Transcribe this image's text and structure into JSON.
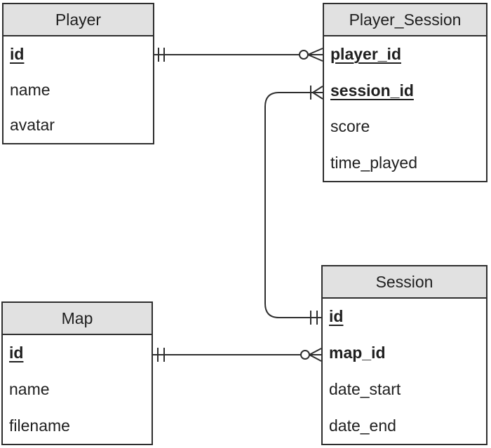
{
  "diagram": {
    "type": "entity-relationship",
    "notation": "crows-foot",
    "entities": [
      {
        "name": "Player",
        "fields": [
          {
            "label": "id",
            "key": "primary"
          },
          {
            "label": "name",
            "key": "none"
          },
          {
            "label": "avatar",
            "key": "none"
          }
        ]
      },
      {
        "name": "Player_Session",
        "fields": [
          {
            "label": "player_id",
            "key": "primary-foreign"
          },
          {
            "label": "session_id",
            "key": "primary-foreign"
          },
          {
            "label": "score",
            "key": "none"
          },
          {
            "label": "time_played",
            "key": "none"
          }
        ]
      },
      {
        "name": "Session",
        "fields": [
          {
            "label": "id",
            "key": "primary"
          },
          {
            "label": "map_id",
            "key": "foreign"
          },
          {
            "label": "date_start",
            "key": "none"
          },
          {
            "label": "date_end",
            "key": "none"
          }
        ]
      },
      {
        "name": "Map",
        "fields": [
          {
            "label": "id",
            "key": "primary"
          },
          {
            "label": "name",
            "key": "none"
          },
          {
            "label": "filename",
            "key": "none"
          }
        ]
      }
    ],
    "relationships": [
      {
        "from": "Player.id",
        "from_cardinality": "exactly-one",
        "to": "Player_Session.player_id",
        "to_cardinality": "zero-or-many"
      },
      {
        "from": "Session.id",
        "from_cardinality": "exactly-one",
        "to": "Player_Session.session_id",
        "to_cardinality": "one-or-many"
      },
      {
        "from": "Map.id",
        "from_cardinality": "exactly-one",
        "to": "Session.map_id",
        "to_cardinality": "zero-or-many"
      }
    ]
  },
  "colors": {
    "background": "#ffffff",
    "entity_header_bg": "#e1e1e1",
    "entity_border": "#2e2e2e",
    "relationship_line": "#2e2e2e",
    "text": "#1f1f1f"
  }
}
